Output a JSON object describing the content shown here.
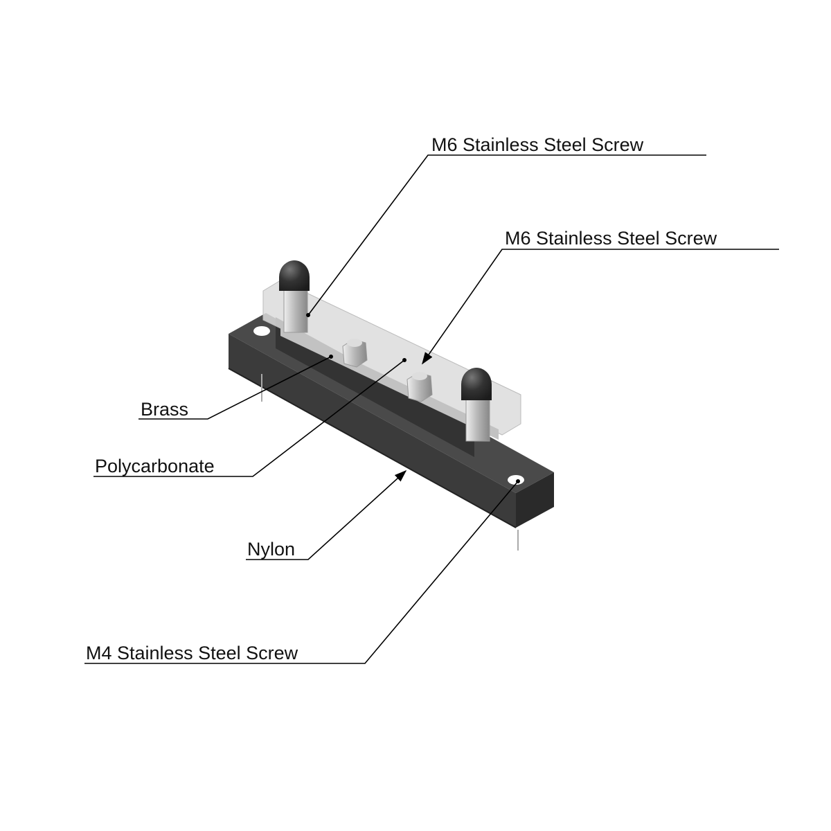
{
  "labels": {
    "screw_m6_top": "M6 Stainless Steel Screw",
    "screw_m6_middle": "M6 Stainless Steel Screw",
    "brass": "Brass",
    "polycarbonate": "Polycarbonate",
    "nylon": "Nylon",
    "screw_m4": "M4 Stainless Steel Screw"
  },
  "colors": {
    "base": "#3a3a3a",
    "cover": "#d8d8d8",
    "cap": "#2e2e2e",
    "metal": "#c9c9c9"
  }
}
